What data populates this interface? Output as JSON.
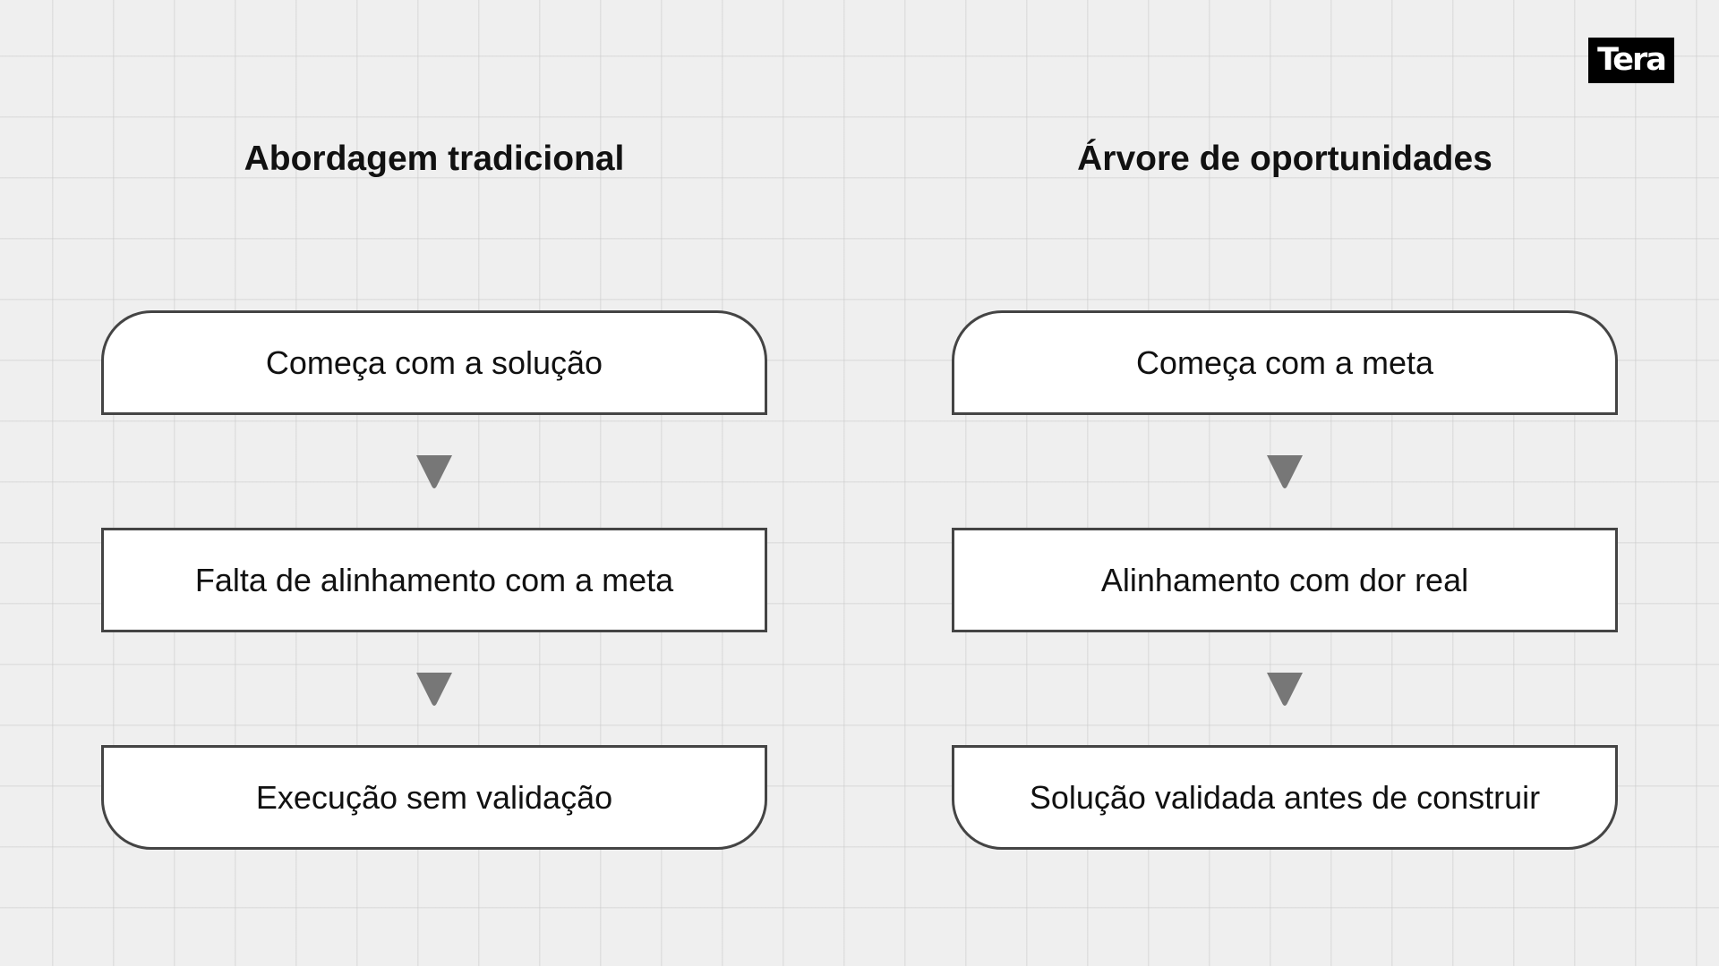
{
  "logo": {
    "text": "Tera"
  },
  "columns": [
    {
      "title": "Abordagem tradicional",
      "steps": [
        "Começa com a solução",
        "Falta de alinhamento com a meta",
        "Execução sem validação"
      ]
    },
    {
      "title": "Árvore de oportunidades",
      "steps": [
        "Começa com a meta",
        "Alinhamento com dor real",
        "Solução validada antes de construir"
      ]
    }
  ],
  "colors": {
    "background": "#efefef",
    "grid": "#cdcdcd",
    "box_border": "#444444",
    "box_fill": "#ffffff",
    "arrow": "#777777",
    "text": "#111111",
    "logo_bg": "#000000",
    "logo_text": "#ffffff"
  },
  "icons": {
    "arrow": "triangle-down-icon"
  }
}
